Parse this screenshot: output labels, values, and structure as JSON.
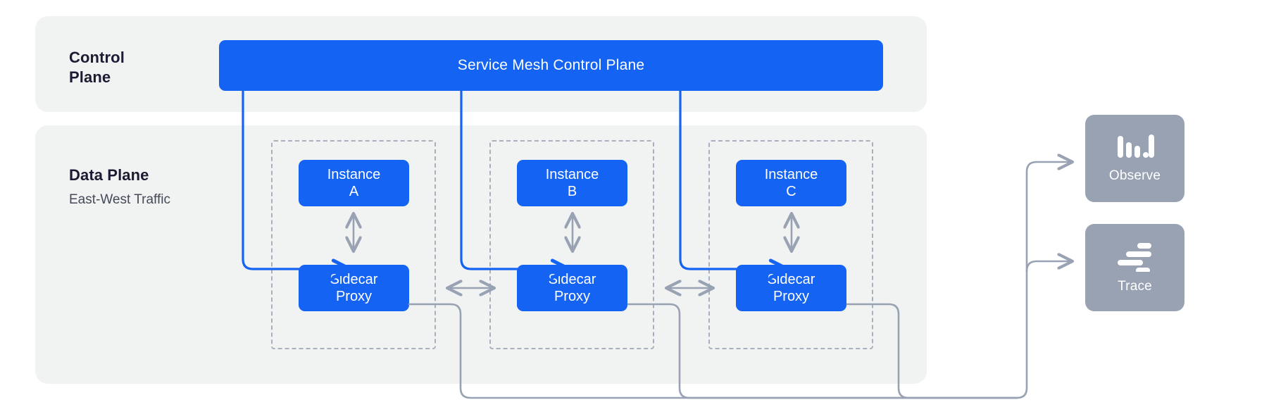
{
  "diagram": {
    "title": "Service Mesh Architecture",
    "colors": {
      "brand_blue": "#1463f3",
      "panel_gray": "#f1f2f2",
      "dashed_border": "#a9b0bd",
      "card_gray": "#98a2b3",
      "wire_gray": "#98a2b3",
      "text_dark": "#1b1b33",
      "text_muted": "#444a57",
      "white": "#ffffff"
    }
  },
  "control_plane": {
    "label": "Control\nPlane",
    "bar_label": "Service Mesh Control Plane"
  },
  "data_plane": {
    "label": "Data Plane",
    "sublabel": "East-West Traffic",
    "groups": [
      {
        "id": "a",
        "instance_label": "Instance\nA",
        "sidecar_label": "Sidecar\nProxy"
      },
      {
        "id": "b",
        "instance_label": "Instance\nB",
        "sidecar_label": "Sidecar\nProxy"
      },
      {
        "id": "c",
        "instance_label": "Instance\nC",
        "sidecar_label": "Sidecar\nProxy"
      }
    ]
  },
  "tools": [
    {
      "id": "observe",
      "label": "Observe",
      "icon": "bar-chart-icon"
    },
    {
      "id": "trace",
      "label": "Trace",
      "icon": "trace-waterfall-icon"
    }
  ]
}
